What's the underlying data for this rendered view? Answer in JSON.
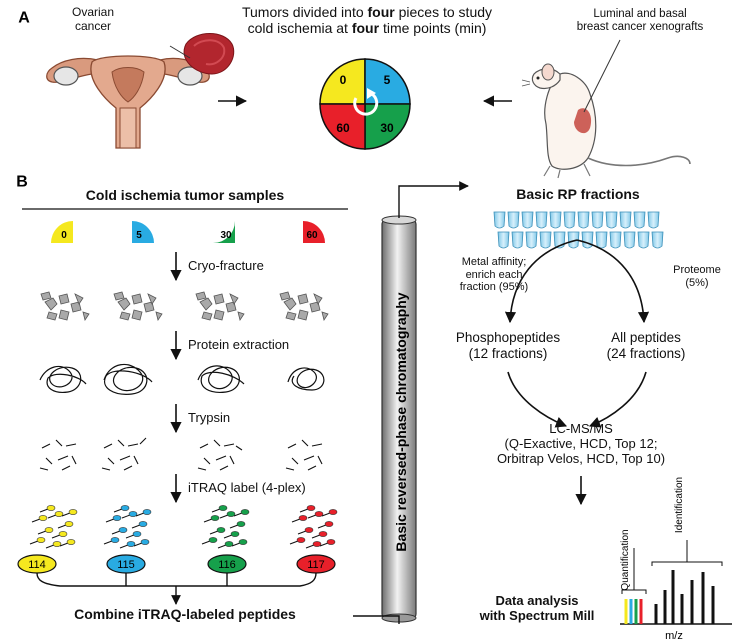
{
  "panel_a": {
    "letter": "A",
    "ovarian_label": "Ovarian\ncancer",
    "title_part1": "Tumors divided into ",
    "title_bold1": "four",
    "title_part2": " pieces to study",
    "title_part3": "cold ischemia at ",
    "title_bold2": "four",
    "title_part4": " time points (min)",
    "xenograft_label": "Luminal and basal\nbreast cancer xenografts",
    "quadrants": [
      {
        "label": "0",
        "color": "#f5e81f"
      },
      {
        "label": "5",
        "color": "#29abe2"
      },
      {
        "label": "30",
        "color": "#16a04b"
      },
      {
        "label": "60",
        "color": "#e8202a"
      }
    ]
  },
  "panel_b": {
    "letter": "B",
    "samples_title": "Cold ischemia tumor samples",
    "time_points": [
      {
        "label": "0",
        "color": "#f5e81f"
      },
      {
        "label": "5",
        "color": "#29abe2"
      },
      {
        "label": "30",
        "color": "#16a04b"
      },
      {
        "label": "60",
        "color": "#e8202a"
      }
    ],
    "steps": [
      "Cryo-fracture",
      "Protein extraction",
      "Trypsin",
      "iTRAQ label (4-plex)"
    ],
    "itraq_tags": [
      "114",
      "115",
      "116",
      "117"
    ],
    "combine_label": "Combine iTRAQ-labeled peptides",
    "column_label": "Basic reversed-phase chromatography",
    "fractions_title": "Basic RP fractions",
    "left_branch_label": "Metal affinity;\nenrich each\nfraction (95%)",
    "right_branch_label": "Proteome\n(5%)",
    "phospho_label": "Phosphopeptides\n(12 fractions)",
    "all_peptides_label": "All peptides\n(24 fractions)",
    "lcms_label": "LC-MS/MS\n(Q-Exactive, HCD, Top 12;\nOrbitrap Velos, HCD, Top 10)",
    "data_analysis_label": "Data analysis\nwith Spectrum Mill",
    "quantification_label": "Quantification",
    "identification_label": "Identification",
    "mz_label": "m/z"
  }
}
